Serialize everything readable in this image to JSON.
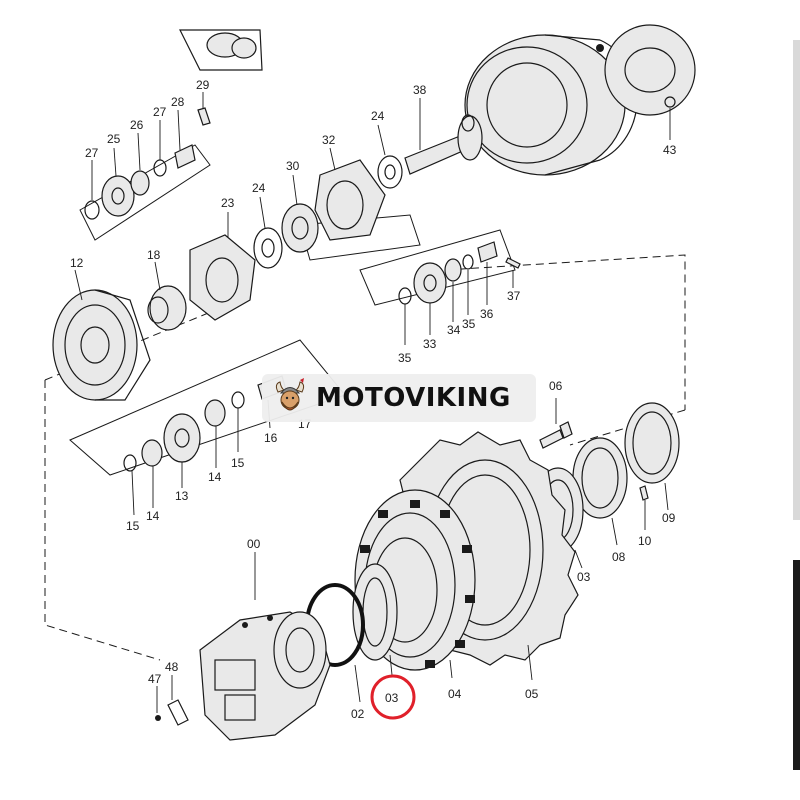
{
  "brand": {
    "name": "MOTOVIKING"
  },
  "highlight": {
    "part_number": "03",
    "color": "#e0202a"
  },
  "part_labels": {
    "p00": "00",
    "p02": "02",
    "p03": "03",
    "p03b": "03",
    "p04": "04",
    "p05": "05",
    "p06": "06",
    "p08": "08",
    "p09": "09",
    "p10": "10",
    "p12": "12",
    "p13": "13",
    "p14a": "14",
    "p14b": "14",
    "p15a": "15",
    "p15b": "15",
    "p16": "16",
    "p17": "17",
    "p18": "18",
    "p23": "23",
    "p24a": "24",
    "p24b": "24",
    "p25": "25",
    "p26": "26",
    "p27a": "27",
    "p27b": "27",
    "p28": "28",
    "p29": "29",
    "p30": "30",
    "p32": "32",
    "p33": "33",
    "p34": "34",
    "p35a": "35",
    "p35b": "35",
    "p36": "36",
    "p37": "37",
    "p38": "38",
    "p43": "43",
    "p47": "47",
    "p48": "48"
  },
  "icons": {
    "logo": "viking-mascot-icon"
  }
}
